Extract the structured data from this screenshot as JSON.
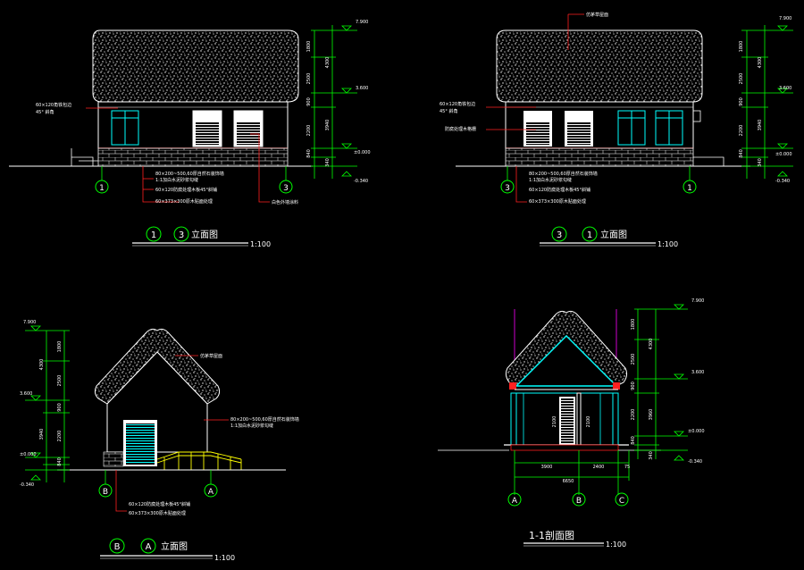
{
  "colors": {
    "background": "#000000",
    "line": "#ffffff",
    "dim": "#00ff00",
    "leader": "#ff2020",
    "cyan": "#00ffff",
    "magenta": "#ff00ff",
    "yellow": "#ffff00"
  },
  "drawings": {
    "elev13": {
      "title_a": "1",
      "title_b": "3",
      "title_suffix": "立面图",
      "scale": "1:100",
      "axis_left": "1",
      "axis_right": "3",
      "levels": [
        "7.900",
        "3.600",
        "±0.000",
        "-0.340"
      ],
      "dims_outer": [
        "4300",
        "3940",
        "340"
      ],
      "dims_inner": [
        "1800",
        "2500",
        "900",
        "2200",
        "840",
        "340"
      ],
      "notes": [
        "60×120角铁包边",
        "45° 斜角",
        "80×200~500,60厚自然石装饰墙",
        "1:1加白水泥砂浆勾缝",
        "60×120防腐处理木板45°斜铺",
        "60×373×300原木贴面处理",
        "白色外墙涂料"
      ]
    },
    "elev31": {
      "title_a": "3",
      "title_b": "1",
      "title_suffix": "立面图",
      "scale": "1:100",
      "axis_left": "3",
      "axis_right": "1",
      "levels": [
        "7.900",
        "3.600",
        "±0.000",
        "-0.340"
      ],
      "dims_outer": [
        "4300",
        "3940",
        "340"
      ],
      "dims_inner": [
        "1800",
        "2500",
        "900",
        "2200",
        "840",
        "340"
      ],
      "notes": [
        "仿茅草屋面",
        "60×120角铁包边",
        "45° 斜角",
        "防腐处理木格栅",
        "80×200~500,60厚自然石装饰墙",
        "1:1加白水泥砂浆勾缝",
        "60×120防腐处理木板45°斜铺",
        "60×373×300原木贴面处理"
      ]
    },
    "elevBA": {
      "title_a": "B",
      "title_b": "A",
      "title_suffix": "立面图",
      "scale": "1:100",
      "axis_left": "B",
      "axis_right": "A",
      "levels": [
        "7.900",
        "3.600",
        "±0.000",
        "-0.340"
      ],
      "dims_outer": [
        "4300",
        "3940",
        "340"
      ],
      "dims_inner": [
        "1800",
        "2500",
        "900",
        "2200",
        "840",
        "340"
      ],
      "notes": [
        "仿茅草屋面",
        "80×200~500,60厚自然石装饰墙",
        "1:1加白水泥砂浆勾缝",
        "60×120防腐处理木板45°斜铺",
        "60×373×300原木贴面处理"
      ]
    },
    "section": {
      "title": "1-1剖面图",
      "scale": "1:100",
      "axis_a": "A",
      "axis_b": "B",
      "axis_c": "C",
      "levels": [
        "7.900",
        "3.600",
        "±0.000",
        "-0.340"
      ],
      "dims_outer": [
        "4300",
        "3960",
        "340"
      ],
      "dims_inner": [
        "1800",
        "2500",
        "900",
        "2200",
        "840",
        "340"
      ],
      "dims_bottom": [
        "3900",
        "2400",
        "75"
      ],
      "dim_total": "6650",
      "dims_door": [
        "2100",
        "2100"
      ]
    }
  }
}
